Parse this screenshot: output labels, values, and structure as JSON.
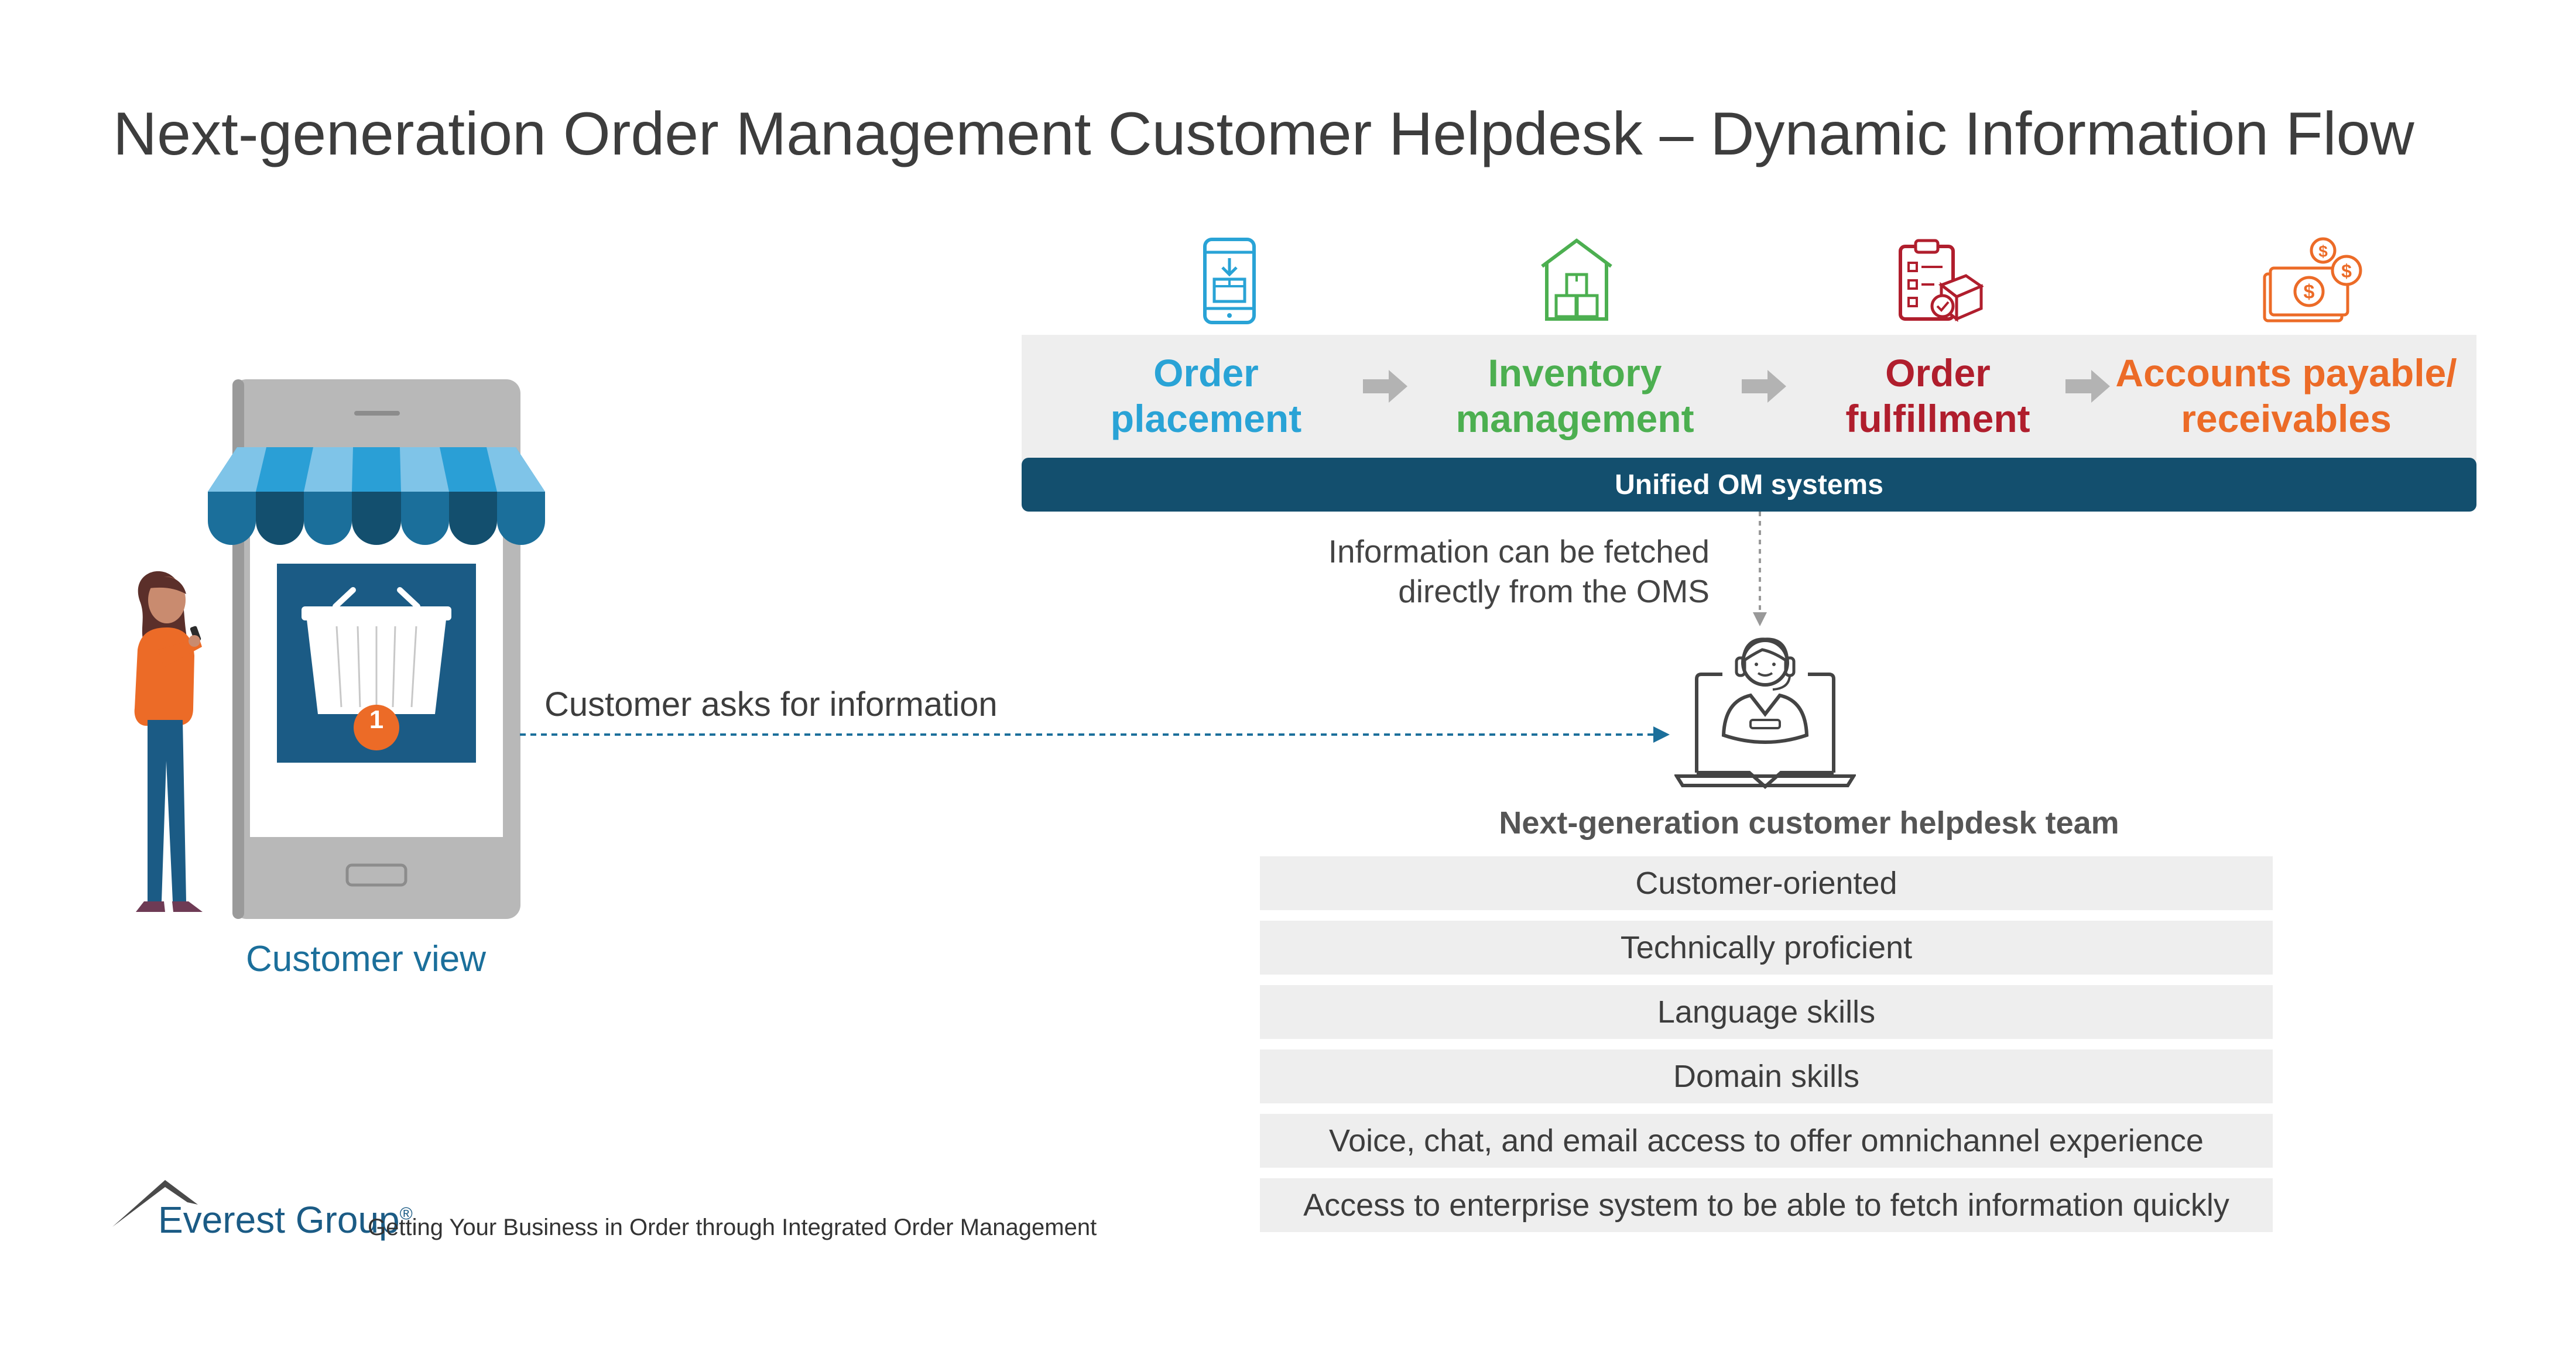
{
  "title": "Next-generation Order Management Customer Helpdesk – Dynamic Information Flow",
  "process": {
    "stages": [
      {
        "line1": "Order",
        "line2": "placement",
        "icon": "mobile-order-icon",
        "color": "#29a3d6"
      },
      {
        "line1": "Inventory",
        "line2": "management",
        "icon": "warehouse-icon",
        "color": "#4caf50"
      },
      {
        "line1": "Order",
        "line2": "fulfillment",
        "icon": "clipboard-package-icon",
        "color": "#b01e2d"
      },
      {
        "line1": "Accounts payable/",
        "line2": "receivables",
        "icon": "money-icon",
        "color": "#ec6b27"
      }
    ],
    "bar_label": "Unified OM systems"
  },
  "fetch_note": {
    "line1": "Information can be fetched",
    "line2": "directly from the OMS"
  },
  "customer": {
    "badge": "1",
    "view_label": "Customer view",
    "ask_label": "Customer asks for information"
  },
  "helpdesk": {
    "team_title": "Next-generation customer helpdesk team",
    "skills": [
      "Customer-oriented",
      "Technically proficient",
      "Language skills",
      "Domain skills",
      "Voice, chat, and email access to offer omnichannel experience",
      "Access to enterprise system to be able to fetch information quickly"
    ]
  },
  "footer": {
    "brand": "Everest Group",
    "registered": "®",
    "subtitle": "Getting Your Business in Order through Integrated Order Management"
  },
  "colors": {
    "dark_blue": "#134f6e",
    "awning_light": "#7fc4e8",
    "awning_mid": "#2a9fd6",
    "awning_dark": "#1b5b85",
    "badge": "#ec6b27",
    "connector": "#1b6f9b"
  }
}
